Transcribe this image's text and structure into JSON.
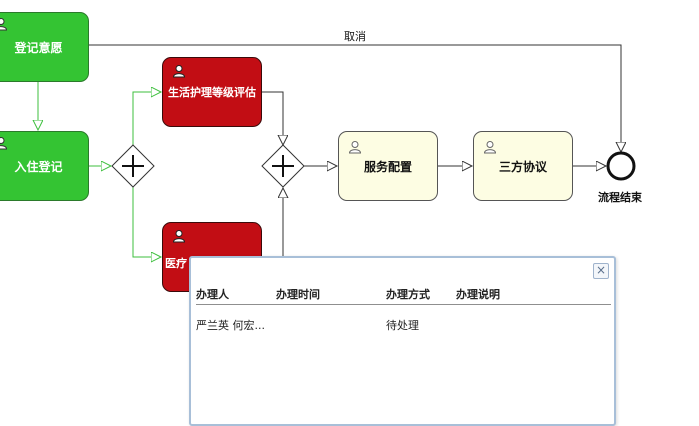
{
  "nodes": {
    "register_intent": "登记意愿",
    "checkin_register": "入住登记",
    "care_assessment": "生活护理等级评估",
    "medical": "医疗",
    "service_config": "服务配置",
    "tripartite": "三方协议"
  },
  "edges": {
    "cancel_label": "取消"
  },
  "end_event": {
    "label": "流程结束"
  },
  "popup": {
    "close_icon": "×",
    "headers": [
      "办理人",
      "办理时间",
      "办理方式",
      "办理说明"
    ],
    "rows": [
      [
        "严兰英 何宏...",
        "",
        "待处理",
        ""
      ]
    ]
  },
  "colors": {
    "start_green": "#34c433",
    "pending_red": "#c20d14",
    "normal_cream": "#fdfde3",
    "popup_border": "#a8bfd8"
  }
}
